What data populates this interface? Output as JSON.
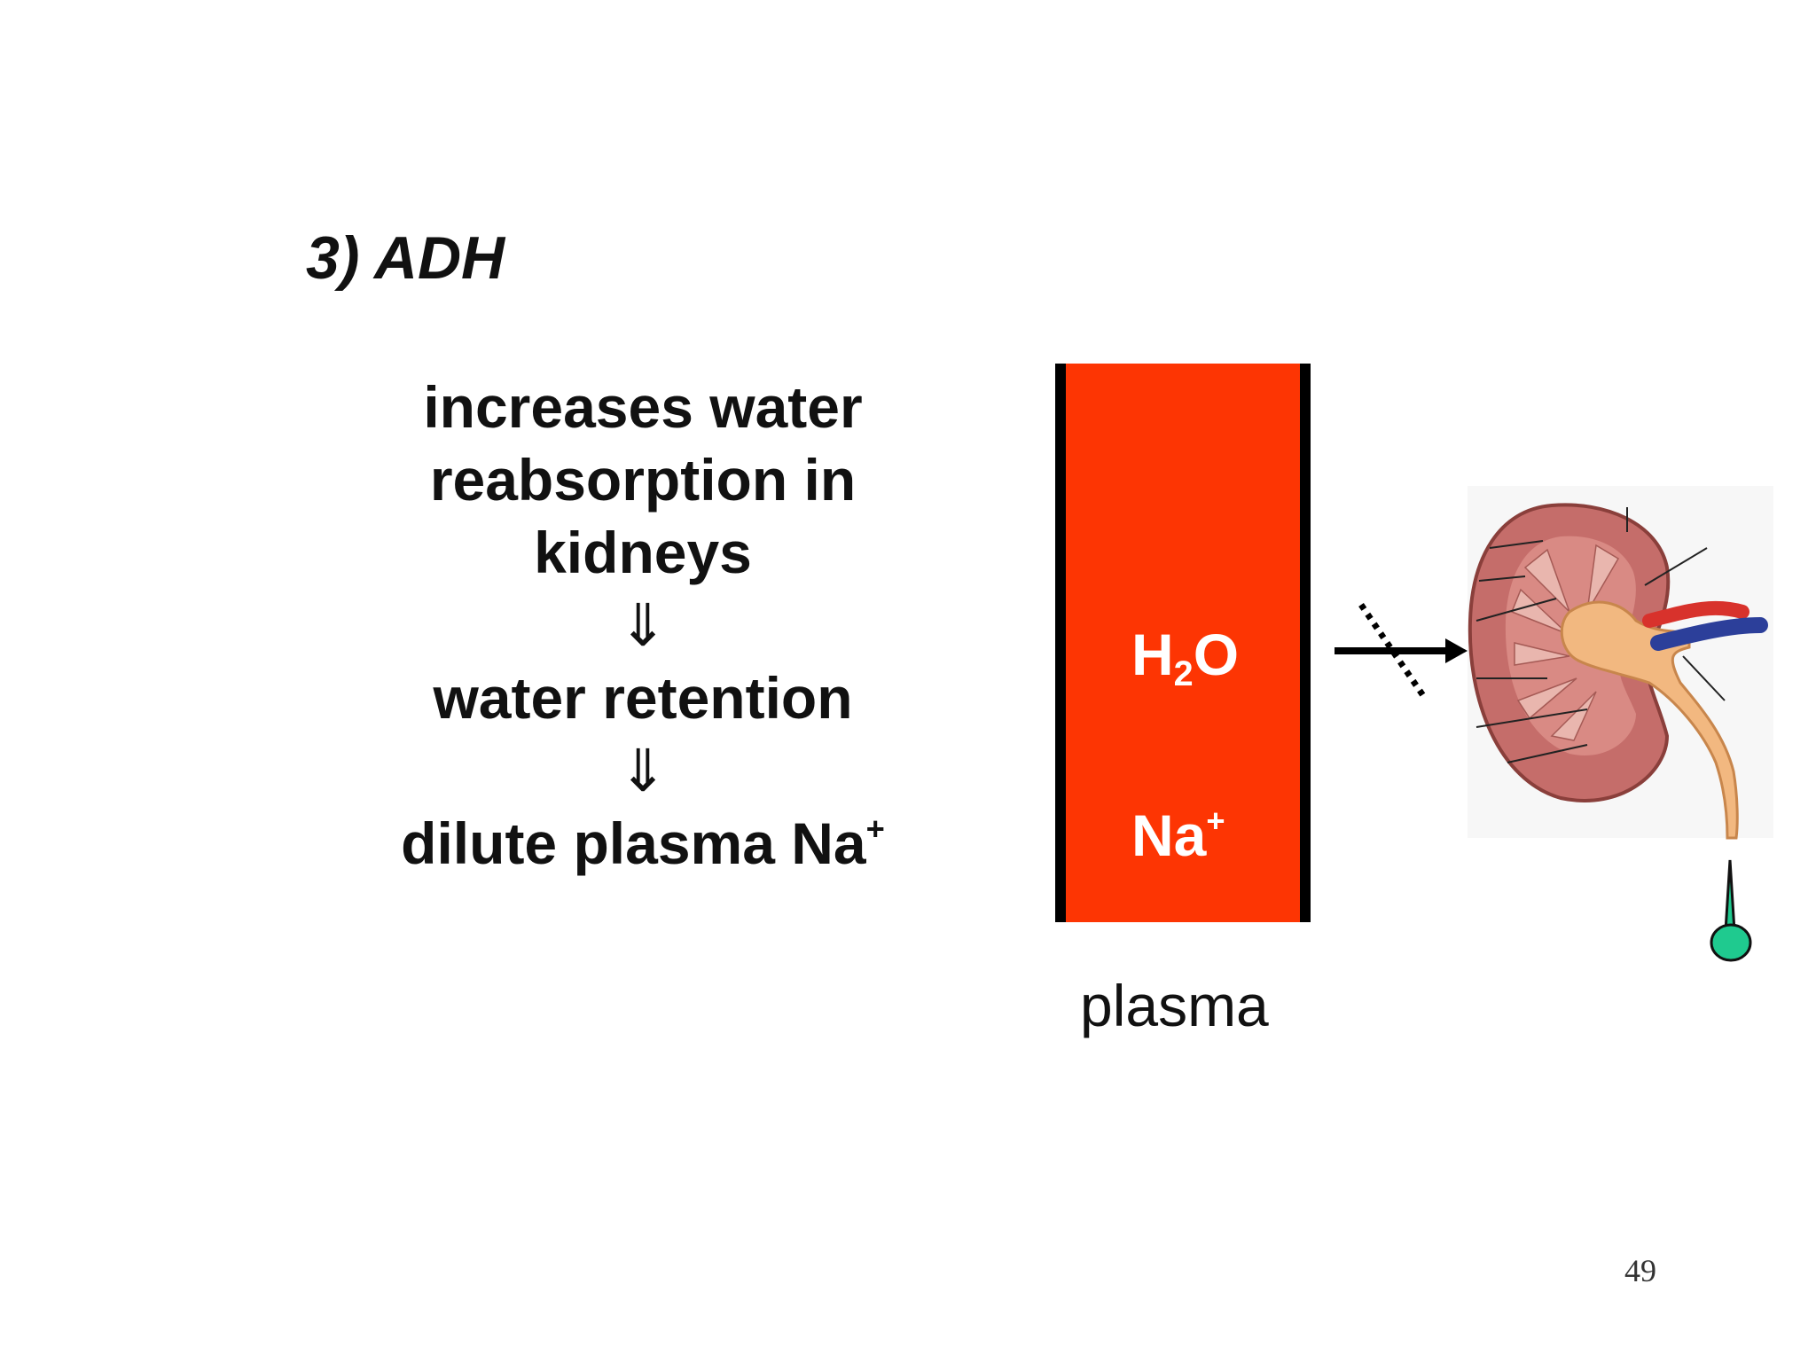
{
  "slide": {
    "heading": "3) ADH",
    "lines": {
      "l1": "increases water",
      "l2": "reabsorption in",
      "l3": "kidneys",
      "arrow1": "⇓",
      "l4": "water retention",
      "arrow2": "⇓",
      "l5_main": "dilute plasma Na",
      "l5_sup": "+"
    },
    "column": {
      "h2o_h": "H",
      "h2o_sub": "2",
      "h2o_o": "O",
      "na_main": "Na",
      "na_sup": "+"
    },
    "plasma_label": "plasma",
    "page_number": "49"
  },
  "colors": {
    "plasma_column": "#fd3503",
    "kidney_cortex": "#c56d6a",
    "kidney_pelvis": "#f2b880",
    "artery": "#d8322c",
    "vein": "#2c3f9a",
    "droplet": "#1fca8f"
  },
  "icons": {
    "kidney": "kidney-illustration",
    "arrow": "right-arrow-icon",
    "block": "dotted-block-line",
    "droplet": "urine-drop-icon"
  }
}
